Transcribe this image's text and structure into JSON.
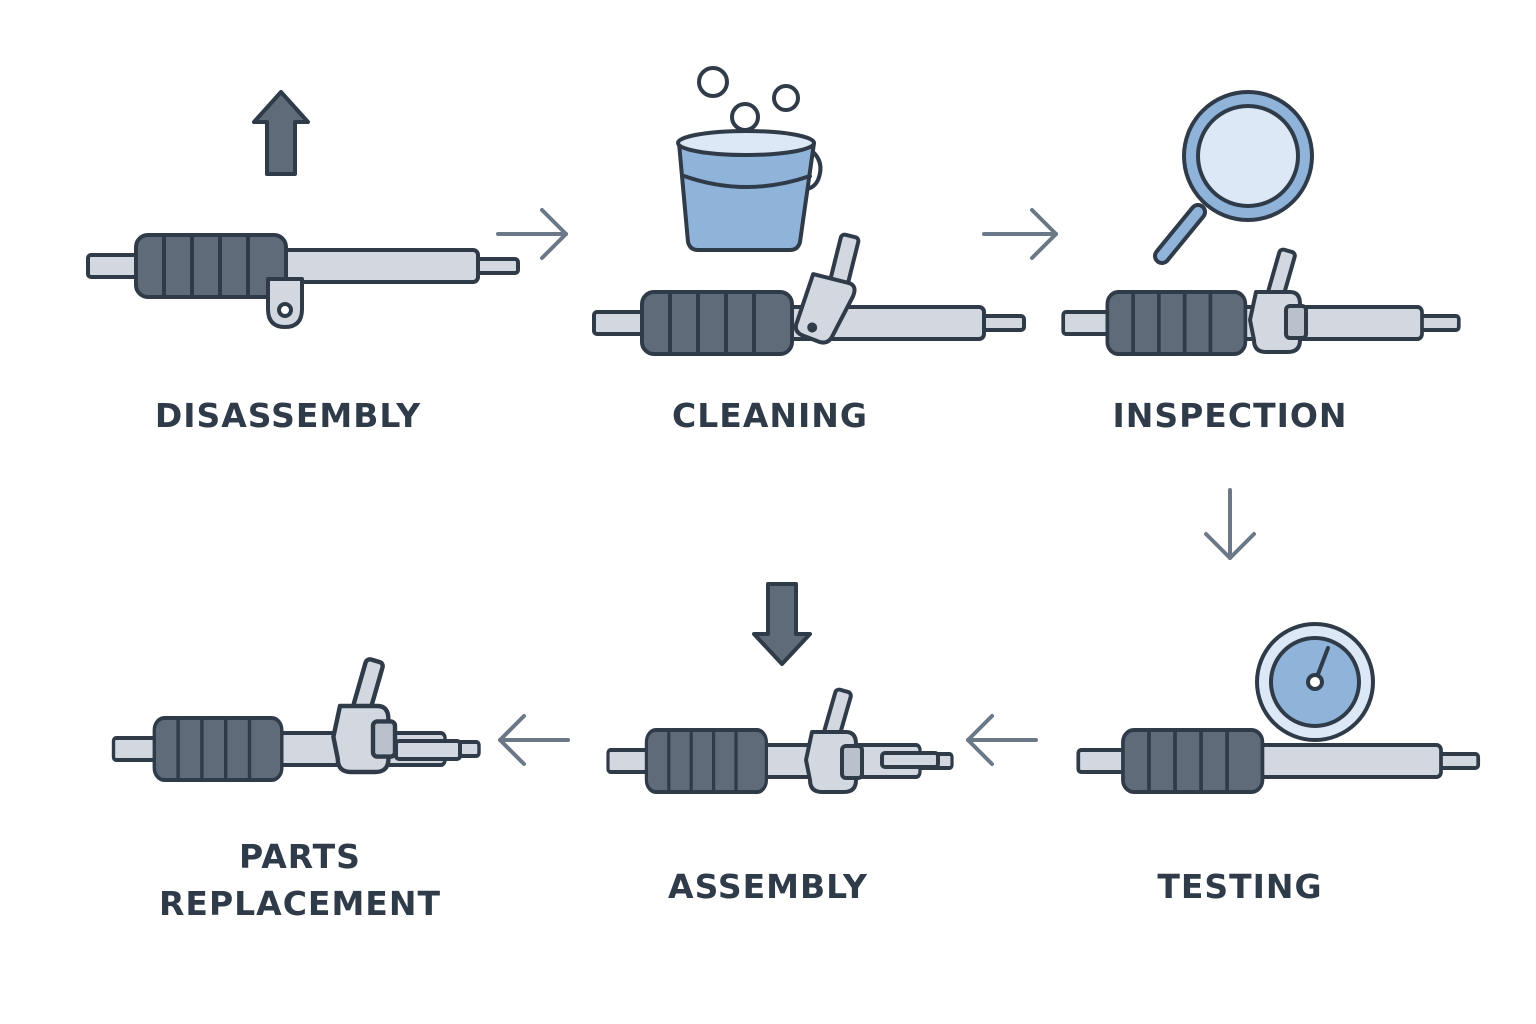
{
  "steps": [
    {
      "label": "DISASSEMBLY"
    },
    {
      "label": "CLEANING"
    },
    {
      "label": "INSPECTION"
    },
    {
      "label": "TESTING"
    },
    {
      "label": "ASSEMBLY"
    },
    {
      "label": "PARTS",
      "label2": "REPLACEMENT"
    }
  ],
  "colors": {
    "outline": "#2f3b48",
    "boot": "#5f6b79",
    "metal": "#d3d8e0",
    "accent_blue": "#8fb3d9",
    "light_blue": "#dde8f6",
    "arrow": "#6b7887"
  },
  "icons": [
    "up-arrow-icon",
    "bucket-with-bubbles-icon",
    "magnifier-icon",
    "pressure-gauge-icon",
    "down-arrow-icon"
  ]
}
